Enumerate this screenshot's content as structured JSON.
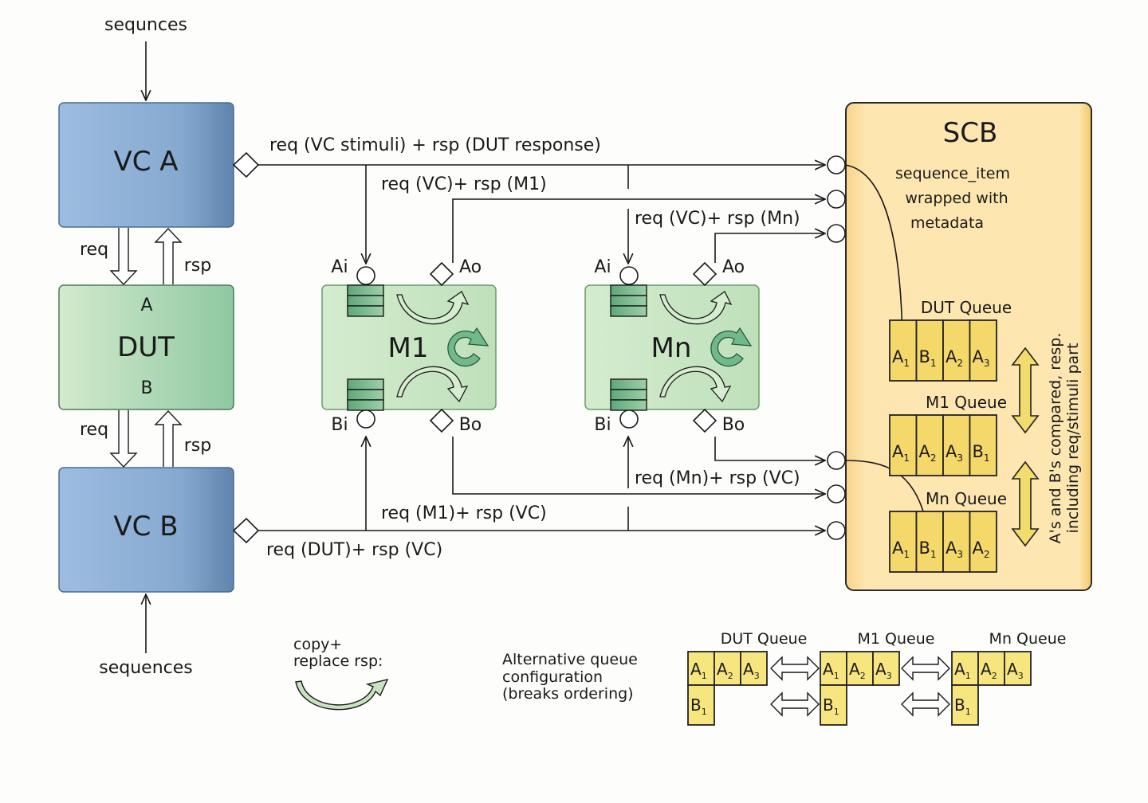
{
  "top_sequences_label": "sequnces",
  "bottom_sequences_label": "sequences",
  "vc_a": {
    "label": "VC A"
  },
  "vc_b": {
    "label": "VC B"
  },
  "dut": {
    "label": "DUT",
    "port_a": "A",
    "port_b": "B"
  },
  "dut_links": {
    "top_req": "req",
    "top_rsp": "rsp",
    "bottom_req": "req",
    "bottom_rsp": "rsp"
  },
  "monitors": [
    {
      "label": "M1",
      "ai": "Ai",
      "ao": "Ao",
      "bi": "Bi",
      "bo": "Bo"
    },
    {
      "label": "Mn",
      "ai": "Ai",
      "ao": "Ao",
      "bi": "Bi",
      "bo": "Bo"
    }
  ],
  "paths": {
    "vca_to_scb": "req (VC stimuli) + rsp (DUT response)",
    "m1_a_to_scb": "req (VC)+ rsp (M1)",
    "mn_a_to_scb": "req (VC)+ rsp (Mn)",
    "mn_b_to_scb": "req (Mn)+ rsp (VC)",
    "m1_b_to_scb": "req (M1)+ rsp (VC)",
    "vcb_to_scb": "req (DUT)+ rsp (VC)"
  },
  "scb": {
    "title": "SCB",
    "note_lines": [
      "sequence_item",
      "wrapped with",
      "metadata"
    ],
    "queues": [
      {
        "name": "DUT Queue",
        "items": [
          [
            "A",
            "1"
          ],
          [
            "B",
            "1"
          ],
          [
            "A",
            "2"
          ],
          [
            "A",
            "3"
          ]
        ]
      },
      {
        "name": "M1 Queue",
        "items": [
          [
            "A",
            "1"
          ],
          [
            "A",
            "2"
          ],
          [
            "A",
            "3"
          ],
          [
            "B",
            "1"
          ]
        ]
      },
      {
        "name": "Mn Queue",
        "items": [
          [
            "A",
            "1"
          ],
          [
            "B",
            "1"
          ],
          [
            "A",
            "3"
          ],
          [
            "A",
            "2"
          ]
        ]
      }
    ],
    "compare_note_lines": [
      "A's and B's compared, resp.",
      "including req/stimuli part"
    ]
  },
  "legend": {
    "copy_replace_lines": [
      "copy+",
      "replace rsp:"
    ]
  },
  "alternative": {
    "caption_lines": [
      "Alternative queue",
      "configuration",
      "(breaks ordering)"
    ],
    "queues": [
      {
        "name": "DUT Queue",
        "a_items": [
          [
            "A",
            "1"
          ],
          [
            "A",
            "2"
          ],
          [
            "A",
            "3"
          ]
        ],
        "b_items": [
          [
            "B",
            "1"
          ]
        ]
      },
      {
        "name": "M1 Queue",
        "a_items": [
          [
            "A",
            "1"
          ],
          [
            "A",
            "2"
          ],
          [
            "A",
            "3"
          ]
        ],
        "b_items": [
          [
            "B",
            "1"
          ]
        ]
      },
      {
        "name": "Mn Queue",
        "a_items": [
          [
            "A",
            "1"
          ],
          [
            "A",
            "2"
          ],
          [
            "A",
            "3"
          ]
        ],
        "b_items": [
          [
            "B",
            "1"
          ]
        ]
      }
    ]
  },
  "colors": {
    "vc_blue": "#8aafd4",
    "dut_green": "#b8dcb8",
    "monitor_green": "#c5e3c0",
    "scb_yellow": "#fde3a6",
    "queue_yellow": "#f5d86a",
    "arrow_yellow": "#f3dc6e"
  }
}
